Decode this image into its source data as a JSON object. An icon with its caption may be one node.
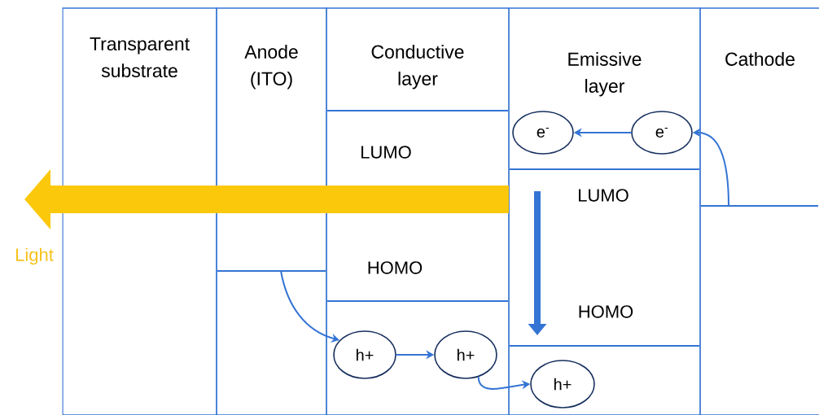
{
  "diagram": {
    "nodes": [
      {
        "text": [
          "Transparent substrate"
        ]
      },
      {
        "text": [
          "Anode (ITO)"
        ]
      },
      {
        "text": [
          "Conductive layer"
        ]
      },
      {
        "text": [
          "Emissive layer"
        ]
      },
      {
        "text": [
          "Cathode"
        ]
      },
      {
        "text": [
          "e$^{-}$"
        ],
        "in": 3
      },
      {
        "text": [
          "e$^{-}$"
        ],
        "in": 3
      },
      {
        "text": [
          "h+"
        ],
        "in": 2
      },
      {
        "text": [
          "h+"
        ],
        "in": 2
      },
      {
        "text": [
          "h+"
        ],
        "in": 3
      }
    ],
    "edges": [
      {
        "from": 6,
        "to": 5,
        "arrow": "to"
      },
      {
        "from": 4,
        "to": 6,
        "arrow": "to"
      },
      {
        "from": 1,
        "to": 7,
        "arrow": "to"
      },
      {
        "from": 7,
        "to": 8,
        "arrow": "to"
      },
      {
        "from": 8,
        "to": 9,
        "arrow": "to"
      },
      {
        "from": 3,
        "to": null,
        "arrow": "to",
        "style": "thick",
        "color": "#fbc80c"
      }
    ],
    "labels": [
      "LUMO",
      "HOMO",
      "LUMO",
      "HOMO",
      "Light"
    ]
  }
}
